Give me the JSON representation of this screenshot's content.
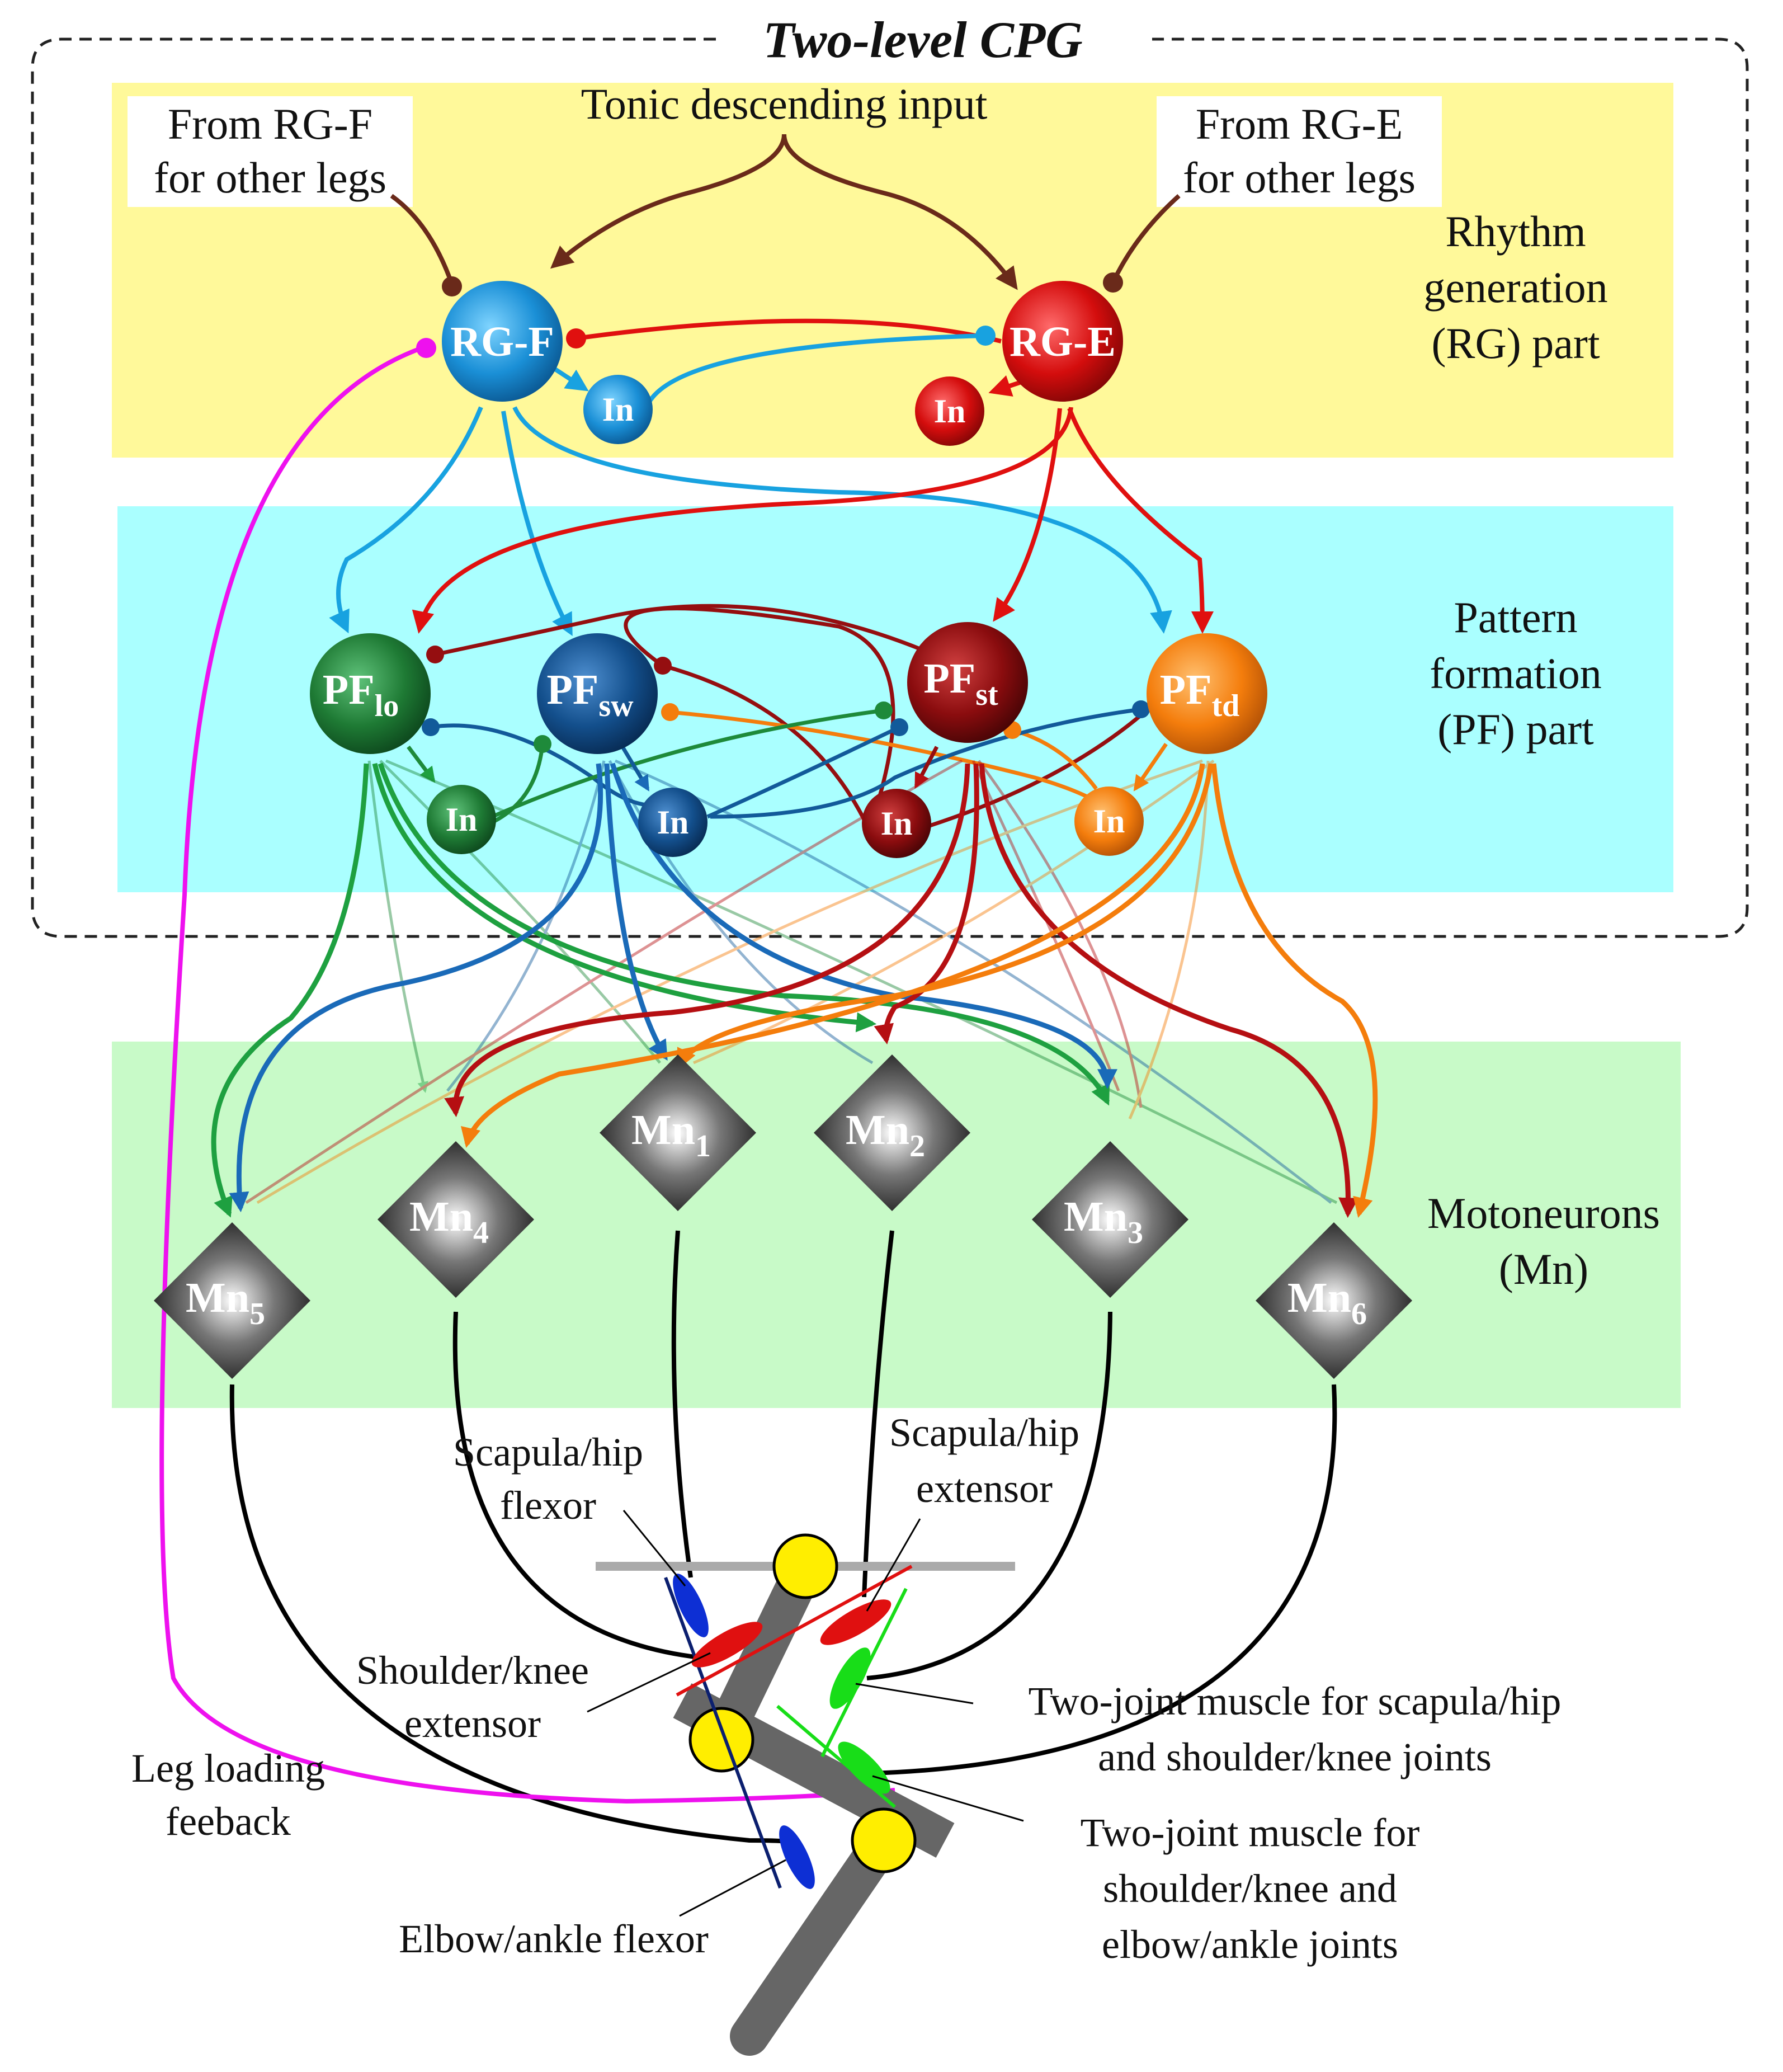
{
  "title": "Two-level CPG",
  "tonic_input": "Tonic descending input",
  "from_rgf": [
    "From RG-F",
    "for other legs"
  ],
  "from_rge": [
    "From RG-E",
    "for other legs"
  ],
  "section_rg": [
    "Rhythm",
    "generation",
    "(RG) part"
  ],
  "section_pf": [
    "Pattern",
    "formation",
    "(PF) part"
  ],
  "section_mn": [
    "Motoneurons",
    "(Mn)"
  ],
  "nodes": {
    "rgf": "RG-F",
    "rge": "RG-E",
    "in": "In",
    "pf": "PF",
    "pf_lo_sub": "lo",
    "pf_sw_sub": "sw",
    "pf_st_sub": "st",
    "pf_td_sub": "td",
    "mn": "Mn",
    "mn_subs": [
      "1",
      "2",
      "3",
      "4",
      "5",
      "6"
    ]
  },
  "muscles": {
    "hip_flexor": [
      "Scapula/hip",
      "flexor"
    ],
    "hip_extensor": [
      "Scapula/hip",
      "extensor"
    ],
    "knee_extensor": [
      "Shoulder/knee",
      "extensor"
    ],
    "two_joint_1": [
      "Two-joint muscle for scapula/hip",
      "and shoulder/knee joints"
    ],
    "two_joint_2": [
      "Two-joint muscle for",
      "shoulder/knee and",
      "elbow/ankle joints"
    ],
    "elbow_flexor": "Elbow/ankle flexor",
    "leg_loading": [
      "Leg loading",
      "feeback"
    ]
  },
  "colors": {
    "rg_band": "#fff99a",
    "pf_band": "#aaffff",
    "mn_band": "#c8fac8",
    "flexor": "#18a2e0",
    "extensor": "#e0100f",
    "pf_lo": "#1e8a3a",
    "pf_sw": "#125a9a",
    "pf_st": "#950e10",
    "pf_td": "#f47d0c",
    "descending": "#6a2a1a",
    "feedback": "#ee11ee"
  }
}
